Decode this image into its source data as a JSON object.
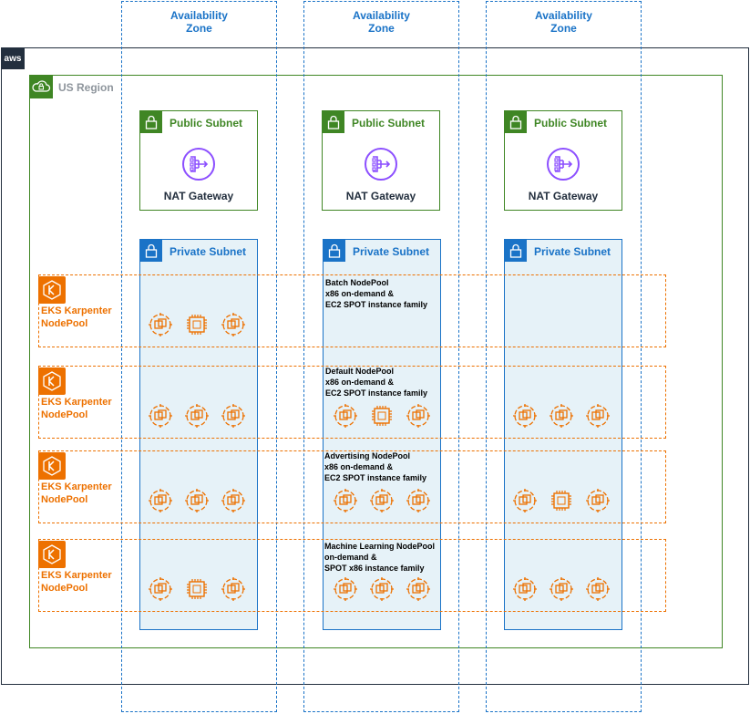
{
  "availability_zones": [
    {
      "label": "Availability\nZone"
    },
    {
      "label": "Availability\nZone"
    },
    {
      "label": "Availability\nZone"
    }
  ],
  "aws_logo": "aws",
  "region": {
    "label": "US Region"
  },
  "public_subnets": [
    {
      "title": "Public Subnet",
      "gateway": "NAT Gateway"
    },
    {
      "title": "Public Subnet",
      "gateway": "NAT Gateway"
    },
    {
      "title": "Public Subnet",
      "gateway": "NAT Gateway"
    }
  ],
  "private_subnets": [
    {
      "title": "Private Subnet"
    },
    {
      "title": "Private Subnet"
    },
    {
      "title": "Private Subnet"
    }
  ],
  "nodepools": [
    {
      "label": "EKS Karpenter\nNodePool",
      "description": "Batch NodePool\nx86 on-demand &\nEC2 SPOT instance family"
    },
    {
      "label": "EKS Karpenter\nNodePool",
      "description": "Default NodePool\nx86 on-demand &\nEC2 SPOT instance family"
    },
    {
      "label": "EKS Karpenter\nNodePool",
      "description": "Advertising NodePool\nx86 on-demand &\nEC2 SPOT instance family"
    },
    {
      "label": "EKS Karpenter\nNodePool",
      "description": "Machine Learning NodePool\non-demand &\nSPOT x86 instance family"
    }
  ],
  "nodes": [
    {
      "pool": 0,
      "zone": 0,
      "types": [
        "spot",
        "ondemand",
        "spot"
      ]
    },
    {
      "pool": 1,
      "zone": 0,
      "types": [
        "spot",
        "spot",
        "spot"
      ]
    },
    {
      "pool": 1,
      "zone": 1,
      "types": [
        "spot",
        "ondemand",
        "spot"
      ]
    },
    {
      "pool": 1,
      "zone": 2,
      "types": [
        "spot",
        "spot",
        "spot"
      ]
    },
    {
      "pool": 2,
      "zone": 0,
      "types": [
        "spot",
        "spot",
        "spot"
      ]
    },
    {
      "pool": 2,
      "zone": 1,
      "types": [
        "spot",
        "spot",
        "spot"
      ]
    },
    {
      "pool": 2,
      "zone": 2,
      "types": [
        "spot",
        "ondemand",
        "spot"
      ]
    },
    {
      "pool": 3,
      "zone": 0,
      "types": [
        "spot",
        "ondemand",
        "spot"
      ]
    },
    {
      "pool": 3,
      "zone": 1,
      "types": [
        "spot",
        "spot",
        "spot"
      ]
    },
    {
      "pool": 3,
      "zone": 2,
      "types": [
        "spot",
        "spot",
        "spot"
      ]
    }
  ],
  "colors": {
    "az_blue": "#1a73c7",
    "region_green": "#3f8624",
    "karpenter_orange": "#ed7100",
    "nat_purple": "#8c4fff",
    "private_fill": "#e6f2f8"
  }
}
